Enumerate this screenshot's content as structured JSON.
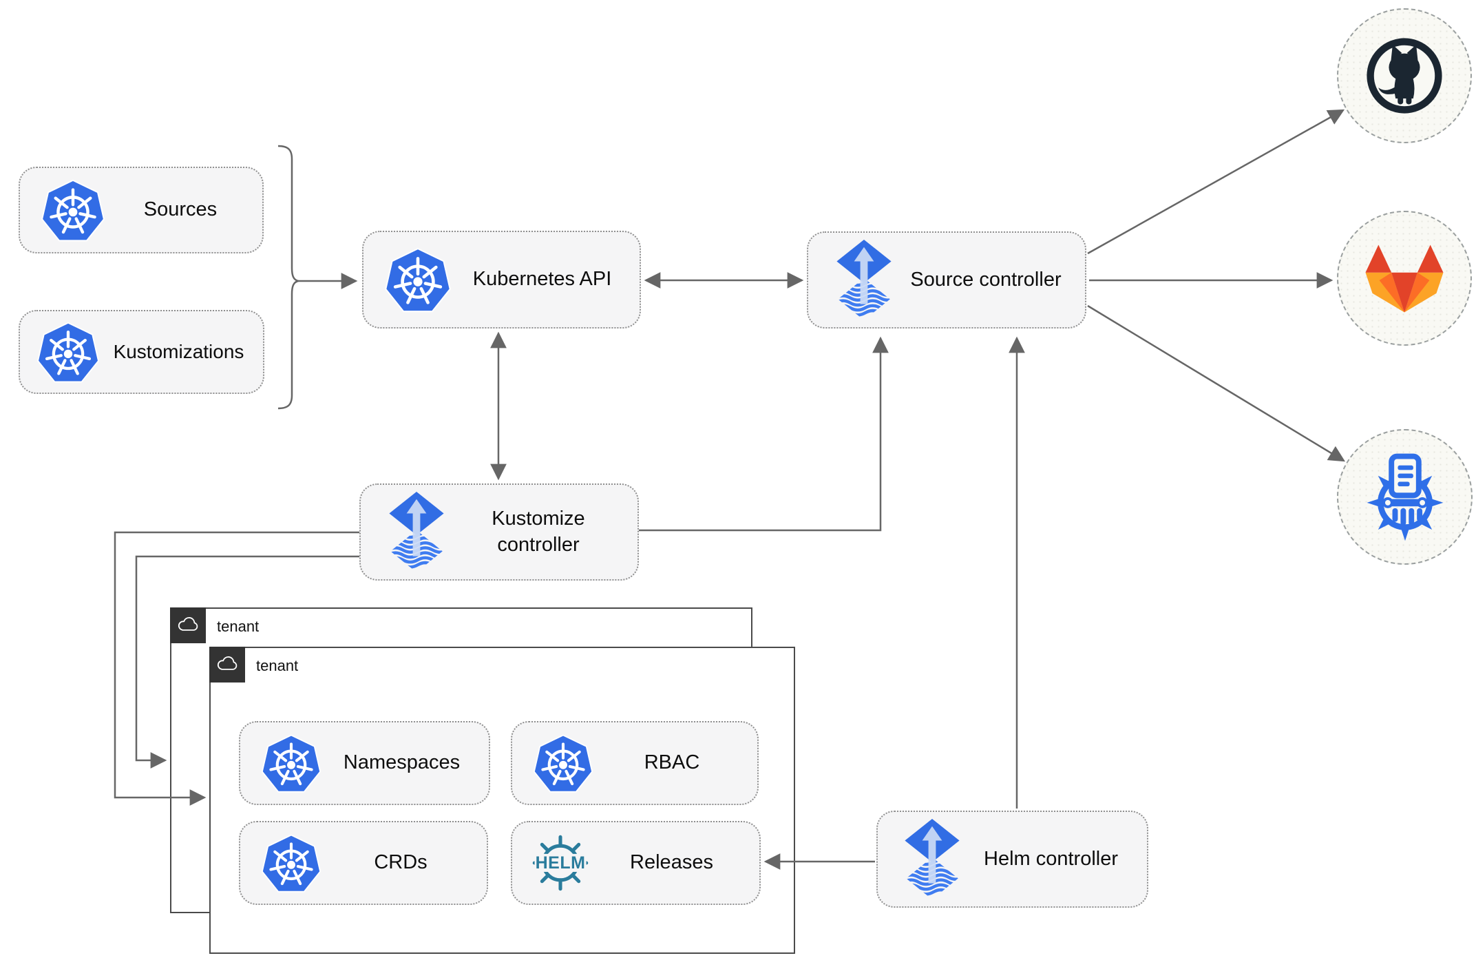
{
  "nodes": {
    "sources": {
      "label": "Sources"
    },
    "kustomizations": {
      "label": "Kustomizations"
    },
    "kubernetes_api": {
      "label": "Kubernetes API"
    },
    "source_controller": {
      "label": "Source controller"
    },
    "kustomize_controller": {
      "label": "Kustomize controller"
    },
    "helm_controller": {
      "label": "Helm controller"
    },
    "namespaces": {
      "label": "Namespaces"
    },
    "rbac": {
      "label": "RBAC"
    },
    "crds": {
      "label": "CRDs"
    },
    "releases": {
      "label": "Releases"
    }
  },
  "groups": {
    "tenant_outer": {
      "label": "tenant"
    },
    "tenant_inner": {
      "label": "tenant"
    }
  },
  "remotes": {
    "github": {
      "icon": "github-icon"
    },
    "gitlab": {
      "icon": "gitlab-icon"
    },
    "kustomize_repo": {
      "icon": "kustomize-wheel-icon"
    }
  },
  "logos": {
    "helm_wordmark": "HELM"
  },
  "colors": {
    "kubernetes_blue": "#326ce5",
    "flux_blue": "#316de4",
    "flux_arrow_light": "#cbdaf5",
    "helm_teal": "#2a7c9c",
    "github_dark": "#1b2631",
    "gitlab_red": "#e24329",
    "gitlab_orange": "#fc6d26",
    "gitlab_amber": "#fca326",
    "connector_gray": "#666666",
    "box_fill": "#f5f5f6",
    "tenant_border": "#4a4a4a"
  }
}
